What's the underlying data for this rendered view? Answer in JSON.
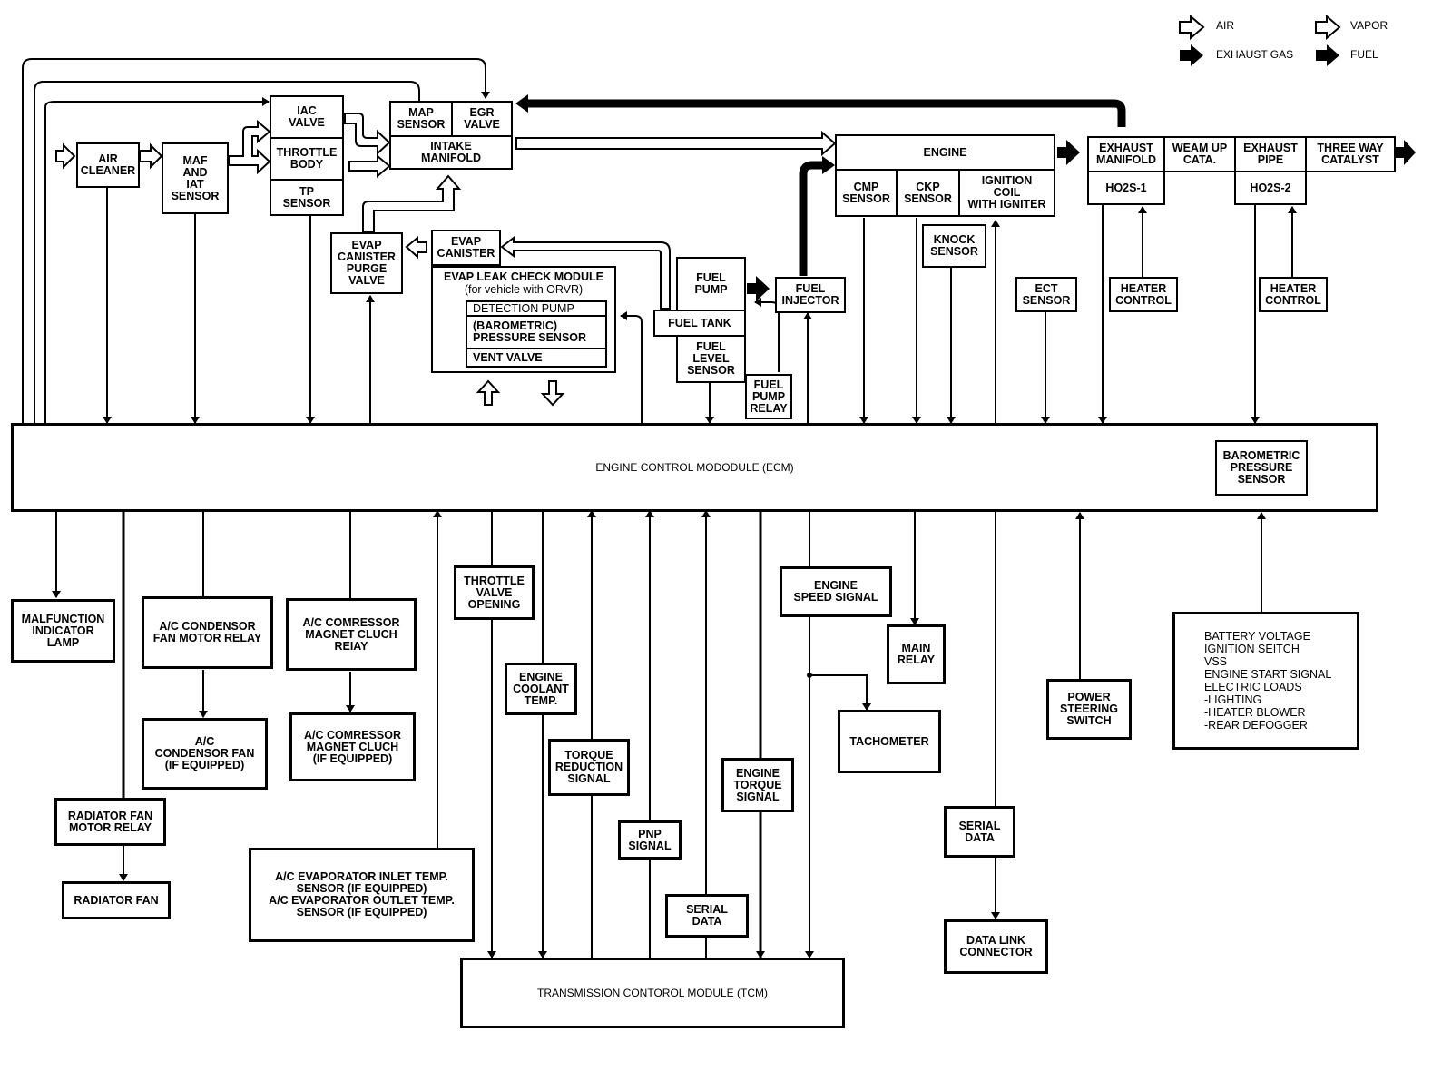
{
  "legend": [
    {
      "icon": "hollow-arrow-icon",
      "label": "AIR"
    },
    {
      "icon": "hollow-arrow-icon",
      "label": "VAPOR"
    },
    {
      "icon": "solid-arrow-icon",
      "label": "EXHAUST GAS"
    },
    {
      "icon": "solid-arrow-icon",
      "label": "FUEL"
    }
  ],
  "intake": {
    "air_cleaner": "AIR\nCLEANER",
    "maf_iat": "MAF\nAND\nIAT\nSENSOR",
    "iac_valve": "IAC\nVALVE",
    "throttle_body": "THROTTLE\nBODY",
    "tp_sensor": "TP\nSENSOR",
    "map_sensor": "MAP\nSENSOR",
    "egr_valve": "EGR\nVALVE",
    "intake_manifold": "INTAKE\nMANIFOLD"
  },
  "evap": {
    "purge_valve": "EVAP\nCANISTER\nPURGE\nVALVE",
    "canister": "EVAP\nCANISTER",
    "leak_module_title": "EVAP LEAK CHECK MODULE",
    "leak_module_subtitle": "(for vehicle with ORVR)",
    "detection_pump": "DETECTION PUMP",
    "baro_sensor": "(BAROMETRIC)\nPRESSURE SENSOR",
    "vent_valve": "VENT VALVE"
  },
  "fuel": {
    "pump": "FUEL\nPUMP",
    "tank": "FUEL TANK",
    "level_sensor": "FUEL\nLEVEL\nSENSOR",
    "pump_relay": "FUEL\nPUMP\nRELAY",
    "injector": "FUEL\nINJECTOR"
  },
  "engine": {
    "title": "ENGINE",
    "cmp": "CMP\nSENSOR",
    "ckp": "CKP\nSENSOR",
    "ignition": "IGNITION\nCOIL\nWITH IGNITER",
    "knock": "KNOCK\nSENSOR",
    "ect": "ECT\nSENSOR"
  },
  "exhaust": {
    "manifold": "EXHAUST\nMANIFOLD",
    "warmup": "WEAM UP\nCATA.",
    "pipe": "EXHAUST\nPIPE",
    "three_way": "THREE WAY\nCATALYST",
    "ho2s1": "HO2S-1",
    "ho2s2": "HO2S-2",
    "heater1": "HEATER\nCONTROL",
    "heater2": "HEATER\nCONTROL"
  },
  "ecm": {
    "title": "ENGINE CONTROL  MODODULE (ECM)",
    "baro": "BAROMETRIC\nPRESSURE\nSENSOR"
  },
  "outputs": {
    "mil": "MALFUNCTION\nINDICATOR\nLAMP",
    "ac_cond_relay": "A/C CONDENSOR\nFAN MOTOR RELAY",
    "ac_cond_fan": "A/C\nCONDENSOR FAN\n(IF EQUIPPED)",
    "ac_comp_relay": "A/C COMRESSOR\nMAGNET CLUCH\nREIAY",
    "ac_comp_clutch": "A/C COMRESSOR\nMAGNET CLUCH\n(IF EQUIPPED)",
    "rad_relay": "RADIATOR FAN\nMOTOR RELAY",
    "rad_fan": "RADIATOR FAN",
    "ac_evap": "A/C EVAPORATOR INLET TEMP.\nSENSOR (IF EQUIPPED)\nA/C EVAPORATOR OUTLET TEMP.\nSENSOR (IF EQUIPPED)",
    "throttle_opening": "THROTTLE\nVALVE\nOPENING",
    "coolant_temp": "ENGINE\nCOOLANT\nTEMP.",
    "torque_reduction": "TORQUE\nREDUCTION\nSIGNAL",
    "pnp": "PNP\nSIGNAL",
    "serial_tcm": "SERIAL\nDATA",
    "engine_torque": "ENGINE\nTORQUE\nSIGNAL",
    "engine_speed": "ENGINE\nSPEED SIGNAL",
    "main_relay": "MAIN\nRELAY",
    "tachometer": "TACHOMETER",
    "serial_dlc": "SERIAL\nDATA",
    "dlc": "DATA LINK\nCONNECTOR",
    "ps_switch": "POWER\nSTEERING\nSWITCH",
    "misc_inputs": "BATTERY VOLTAGE\nIGNITION SEITCH\nVSS\nENGINE START SIGNAL\nELECTRIC LOADS\n-LIGHTING\n-HEATER BLOWER\n-REAR DEFOGGER"
  },
  "tcm": {
    "title": "TRANSMISSION CONTOROL MODULE (TCM)"
  }
}
